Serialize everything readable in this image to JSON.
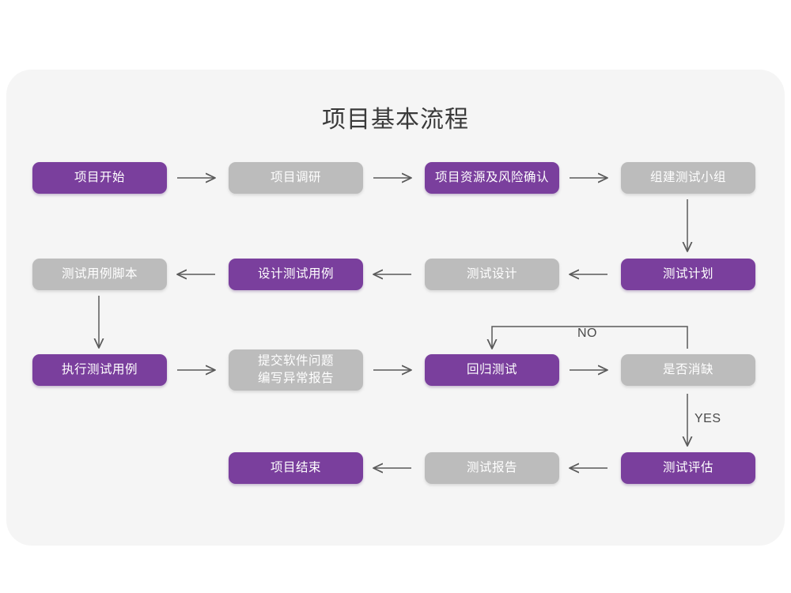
{
  "page": {
    "title": "项目基本流程",
    "card_background": "#f5f5f5",
    "canvas_background": "#ffffff"
  },
  "palette": {
    "purple": "#7a3f9d",
    "gray": "#bcbcbc",
    "node_text": "#ffffff",
    "title_text": "#3a3a3a",
    "connector": "#5a5a5a",
    "edge_label_text": "#4a4a4a"
  },
  "flowchart": {
    "type": "flowchart",
    "title": "项目基本流程",
    "rows": [
      {
        "row": 1,
        "direction": "left-to-right",
        "nodes": [
          {
            "id": "n1",
            "label": "项目开始",
            "style": "purple"
          },
          {
            "id": "n2",
            "label": "项目调研",
            "style": "gray"
          },
          {
            "id": "n3",
            "label": "项目资源及风险确认",
            "style": "purple"
          },
          {
            "id": "n4",
            "label": "组建测试小组",
            "style": "gray"
          }
        ]
      },
      {
        "row": 2,
        "direction": "right-to-left",
        "nodes": [
          {
            "id": "n5",
            "label": "测试用例脚本",
            "style": "gray"
          },
          {
            "id": "n6",
            "label": "设计测试用例",
            "style": "purple"
          },
          {
            "id": "n7",
            "label": "测试设计",
            "style": "gray"
          },
          {
            "id": "n8",
            "label": "测试计划",
            "style": "purple"
          }
        ]
      },
      {
        "row": 3,
        "direction": "left-to-right",
        "nodes": [
          {
            "id": "n9",
            "label": "执行测试用例",
            "style": "purple"
          },
          {
            "id": "n10",
            "label": "提交软件问题\n编写异常报告",
            "style": "gray"
          },
          {
            "id": "n11",
            "label": "回归测试",
            "style": "purple"
          },
          {
            "id": "n12",
            "label": "是否消缺",
            "style": "gray"
          }
        ]
      },
      {
        "row": 4,
        "direction": "right-to-left",
        "nodes": [
          {
            "id": "n13",
            "label": "项目结束",
            "style": "purple"
          },
          {
            "id": "n14",
            "label": "测试报告",
            "style": "gray"
          },
          {
            "id": "n15",
            "label": "测试评估",
            "style": "purple"
          }
        ]
      }
    ],
    "edge_labels": {
      "no": "NO",
      "yes": "YES"
    },
    "connections": [
      {
        "from": "n1",
        "to": "n2",
        "kind": "arrow-right"
      },
      {
        "from": "n2",
        "to": "n3",
        "kind": "arrow-right"
      },
      {
        "from": "n3",
        "to": "n4",
        "kind": "arrow-right"
      },
      {
        "from": "n4",
        "to": "n8",
        "kind": "arrow-down"
      },
      {
        "from": "n8",
        "to": "n7",
        "kind": "arrow-left"
      },
      {
        "from": "n7",
        "to": "n6",
        "kind": "arrow-left"
      },
      {
        "from": "n6",
        "to": "n5",
        "kind": "arrow-left"
      },
      {
        "from": "n5",
        "to": "n9",
        "kind": "arrow-down"
      },
      {
        "from": "n9",
        "to": "n10",
        "kind": "arrow-right"
      },
      {
        "from": "n10",
        "to": "n11",
        "kind": "arrow-right"
      },
      {
        "from": "n11",
        "to": "n12",
        "kind": "arrow-right"
      },
      {
        "from": "n12",
        "to": "n11",
        "kind": "loop-back-up",
        "label": "NO"
      },
      {
        "from": "n12",
        "to": "n15",
        "kind": "arrow-down",
        "label": "YES"
      },
      {
        "from": "n15",
        "to": "n14",
        "kind": "arrow-left"
      },
      {
        "from": "n14",
        "to": "n13",
        "kind": "arrow-left"
      }
    ]
  }
}
